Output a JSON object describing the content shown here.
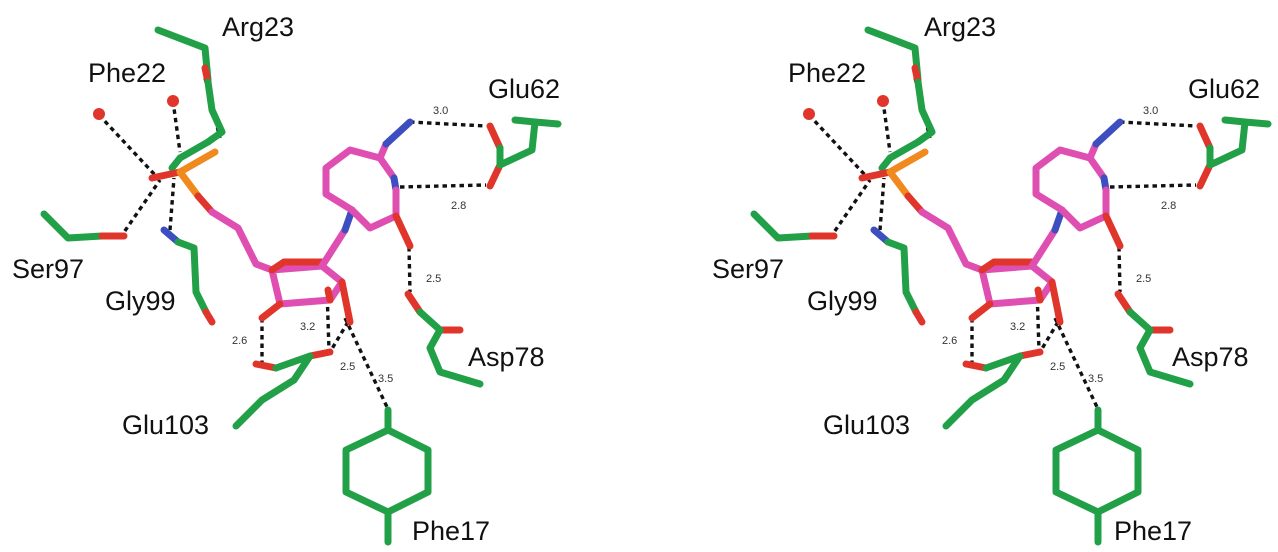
{
  "colors": {
    "carbon_protein": "#22a048",
    "carbon_ligand": "#df4fb2",
    "nitrogen": "#3d4ec0",
    "oxygen": "#e0352b",
    "phosphorus": "#f08a1e",
    "hbond": "#111111"
  },
  "residues": [
    "Arg23",
    "Phe22",
    "Glu62",
    "Ser97",
    "Gly99",
    "Asp78",
    "Glu103",
    "Phe17"
  ],
  "distances": [
    "3.0",
    "2.8",
    "2.5",
    "2.6",
    "3.2",
    "2.5",
    "3.5"
  ]
}
